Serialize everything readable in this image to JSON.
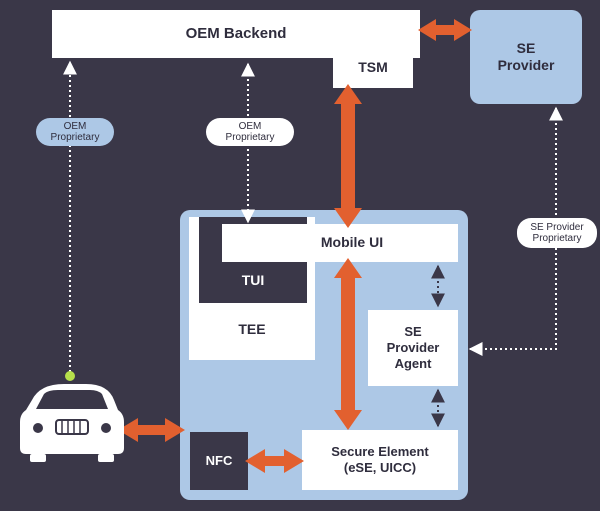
{
  "nodes": {
    "oem_backend": "OEM Backend",
    "tsm": "TSM",
    "se_provider": [
      "SE",
      "Provider"
    ],
    "mobile_ui": "Mobile UI",
    "tui": "TUI",
    "tee": "TEE",
    "se_provider_agent": [
      "SE",
      "Provider",
      "Agent"
    ],
    "secure_element": [
      "Secure Element",
      "(eSE, UICC)"
    ],
    "nfc": "NFC"
  },
  "edge_labels": {
    "oem_proprietary_left": [
      "OEM",
      "Proprietary"
    ],
    "oem_proprietary_mid": [
      "OEM",
      "Proprietary"
    ],
    "se_provider_proprietary": [
      "SE Provider",
      "Proprietary"
    ]
  },
  "icons": {
    "car": "car-icon"
  },
  "colors": {
    "background": "#3a3748",
    "container_blue": "#adc8e6",
    "arrow_orange": "#e2602f",
    "box_white": "#ffffff",
    "box_dark": "#3a3748",
    "dot_green": "#b6e04b"
  }
}
